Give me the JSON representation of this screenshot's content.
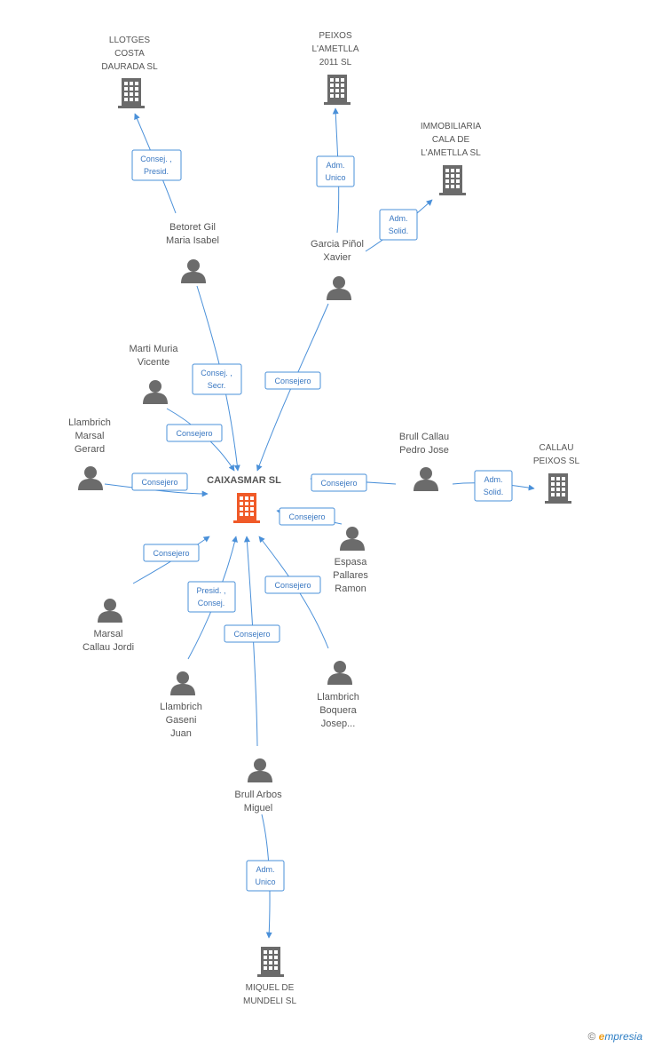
{
  "center": {
    "label": "CAIXASMAR SL"
  },
  "people": {
    "betoret": [
      "Betoret Gil",
      "Maria Isabel"
    ],
    "garcia": [
      "Garcia Piñol",
      "Xavier"
    ],
    "marti": [
      "Marti Muria",
      "Vicente"
    ],
    "llambrich_marsal": [
      "Llambrich",
      "Marsal",
      "Gerard"
    ],
    "brull_callau": [
      "Brull Callau",
      "Pedro Jose"
    ],
    "espasa": [
      "Espasa",
      "Pallares",
      "Ramon"
    ],
    "marsal_callau": [
      "Marsal",
      "Callau Jordi"
    ],
    "llambrich_gaseni": [
      "Llambrich",
      "Gaseni",
      "Juan"
    ],
    "llambrich_boquera": [
      "Llambrich",
      "Boquera",
      "Josep..."
    ],
    "brull_arbos": [
      "Brull Arbos",
      "Miguel"
    ]
  },
  "companies": {
    "llotges": [
      "LLOTGES",
      "COSTA",
      "DAURADA  SL"
    ],
    "peixos": [
      "PEIXOS",
      "L'AMETLLA",
      "2011 SL"
    ],
    "immobiliaria": [
      "IMMOBILIARIA",
      "CALA DE",
      "L'AMETLLA SL"
    ],
    "callau": [
      "CALLAU",
      "PEIXOS SL"
    ],
    "miquel": [
      "MIQUEL DE",
      "MUNDELI  SL"
    ]
  },
  "edges": {
    "betoret_llotges": [
      "Consej. ,",
      "Presid."
    ],
    "garcia_peixos": [
      "Adm.",
      "Unico"
    ],
    "garcia_immobiliaria": [
      "Adm.",
      "Solid."
    ],
    "betoret_center": [
      "Consej. ,",
      "Secr."
    ],
    "garcia_center": [
      "Consejero"
    ],
    "marti_center": [
      "Consejero"
    ],
    "llambrich_marsal_center": [
      "Consejero"
    ],
    "brull_callau_center": [
      "Consejero"
    ],
    "brull_callau_company": [
      "Adm.",
      "Solid."
    ],
    "espasa_center": [
      "Consejero"
    ],
    "marsal_callau_center": [
      "Consejero"
    ],
    "llambrich_gaseni_center": [
      "Presid. ,",
      "Consej."
    ],
    "brull_arbos_center": [
      "Consejero"
    ],
    "llambrich_boquera_center": [
      "Consejero"
    ],
    "brull_arbos_miquel": [
      "Adm.",
      "Unico"
    ]
  },
  "footer": {
    "copyright": "©",
    "brand_first": "e",
    "brand_rest": "mpresia"
  },
  "colors": {
    "edge": "#4a90d9",
    "node": "#6b6b6b",
    "center": "#f05a28"
  }
}
